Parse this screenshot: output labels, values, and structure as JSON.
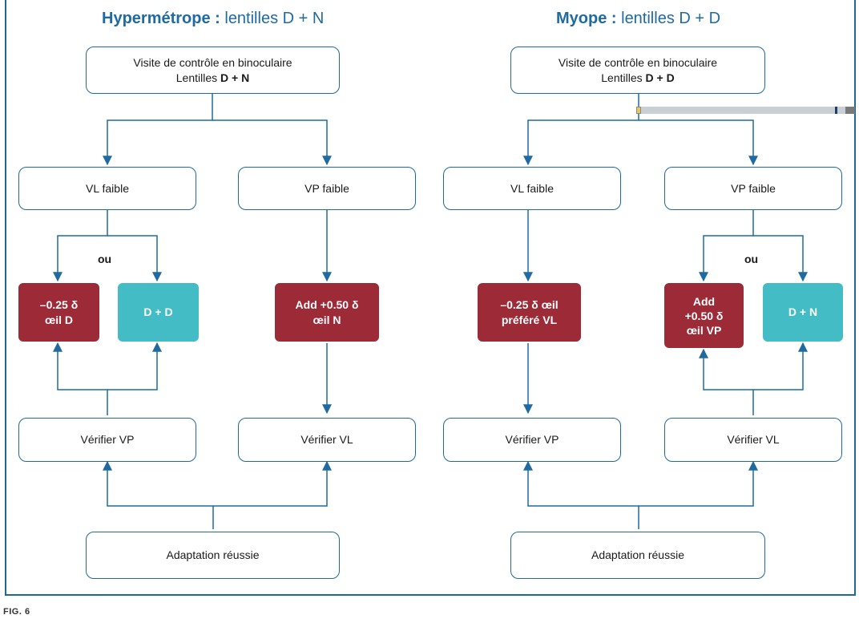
{
  "left": {
    "title_bold": "Hypermétrope :",
    "title_rest": " lentilles D + N",
    "visit_line1": "Visite de contrôle en binoculaire",
    "visit_line2_prefix": "Lentilles ",
    "visit_line2_bold": "D + N",
    "vl_weak": "VL faible",
    "vp_weak": "VP faible",
    "or": "ou",
    "red1_line1": "–0.25 δ",
    "red1_line2": "œil D",
    "teal1": "D + D",
    "red2_line1": "Add +0.50 δ",
    "red2_line2": "œil N",
    "check_vp": "Vérifier VP",
    "check_vl": "Vérifier VL",
    "success": "Adaptation réussie"
  },
  "right": {
    "title_bold": "Myope :",
    "title_rest": " lentilles D + D",
    "visit_line1": "Visite de contrôle en binoculaire",
    "visit_line2_prefix": "Lentilles ",
    "visit_line2_bold": "D + D",
    "vl_weak": "VL faible",
    "vp_weak": "VP faible",
    "or": "ou",
    "red1_line1": "–0.25 δ œil",
    "red1_line2": "préféré VL",
    "red2_line1": "Add",
    "red2_line2": "+0.50 δ",
    "red2_line3": "œil VP",
    "teal2": "D + N",
    "check_vp": "Vérifier VP",
    "check_vl": "Vérifier VL",
    "success": "Adaptation réussie"
  },
  "caption": "FIG. 6",
  "colors": {
    "frame": "#1d6a96",
    "title": "#1f6aa0",
    "red_box": "#9c2b37",
    "teal_box": "#43bcc6"
  }
}
